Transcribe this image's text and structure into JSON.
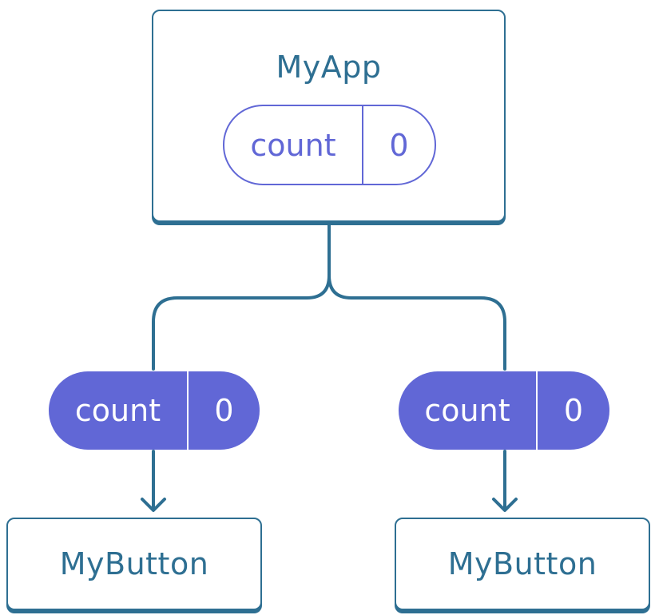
{
  "root": {
    "title": "MyApp",
    "state": {
      "key": "count",
      "value": "0"
    }
  },
  "children": [
    {
      "title": "MyButton",
      "prop": {
        "key": "count",
        "value": "0"
      }
    },
    {
      "title": "MyButton",
      "prop": {
        "key": "count",
        "value": "0"
      }
    }
  ],
  "colors": {
    "line": "#2e6f92",
    "accent": "#6167d6",
    "background": "#ffffff"
  }
}
